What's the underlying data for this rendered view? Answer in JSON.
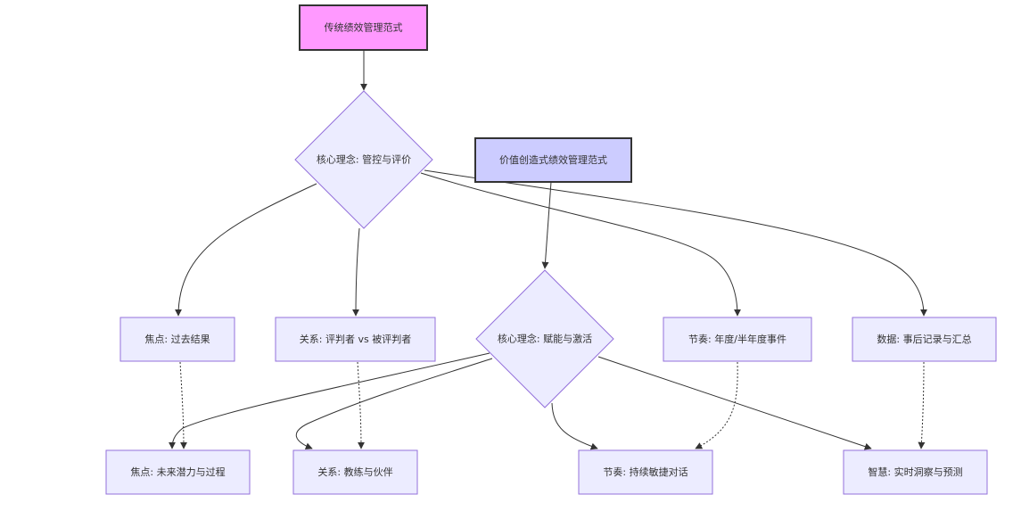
{
  "diagram": {
    "type": "flowchart",
    "colors": {
      "default_fill": "#ececff",
      "default_stroke": "#9370db",
      "traditional_fill": "#ff99ff",
      "value_creation_fill": "#ccccff",
      "root_stroke": "#333333",
      "edge": "#333333",
      "text": "#333333"
    },
    "nodes": {
      "traditional": {
        "label": "传统绩效管理范式",
        "shape": "rect",
        "style": "traditional"
      },
      "value_creation": {
        "label": "价值创造式绩效管理范式",
        "shape": "rect",
        "style": "value_creation"
      },
      "core_control": {
        "label": "核心理念: 管控与评价",
        "shape": "diamond"
      },
      "core_empower": {
        "label": "核心理念: 赋能与激活",
        "shape": "diamond"
      },
      "focus_past": {
        "label": "焦点: 过去结果",
        "shape": "rect"
      },
      "relation_judge": {
        "label": "关系: 评判者 vs 被评判者",
        "shape": "rect"
      },
      "rhythm_annual": {
        "label": "节奏: 年度/半年度事件",
        "shape": "rect"
      },
      "data_record": {
        "label": "数据: 事后记录与汇总",
        "shape": "rect"
      },
      "focus_future": {
        "label": "焦点: 未来潜力与过程",
        "shape": "rect"
      },
      "relation_coach": {
        "label": "关系: 教练与伙伴",
        "shape": "rect"
      },
      "rhythm_agile": {
        "label": "节奏: 持续敏捷对话",
        "shape": "rect"
      },
      "wisdom_insight": {
        "label": "智慧: 实时洞察与预测",
        "shape": "rect"
      }
    },
    "edges": [
      {
        "from": "traditional",
        "to": "core_control",
        "style": "solid"
      },
      {
        "from": "core_control",
        "to": "focus_past",
        "style": "solid"
      },
      {
        "from": "core_control",
        "to": "relation_judge",
        "style": "solid"
      },
      {
        "from": "core_control",
        "to": "rhythm_annual",
        "style": "solid"
      },
      {
        "from": "core_control",
        "to": "data_record",
        "style": "solid"
      },
      {
        "from": "value_creation",
        "to": "core_empower",
        "style": "solid"
      },
      {
        "from": "core_empower",
        "to": "focus_future",
        "style": "solid"
      },
      {
        "from": "core_empower",
        "to": "relation_coach",
        "style": "solid"
      },
      {
        "from": "core_empower",
        "to": "rhythm_agile",
        "style": "solid"
      },
      {
        "from": "core_empower",
        "to": "wisdom_insight",
        "style": "solid"
      },
      {
        "from": "focus_past",
        "to": "focus_future",
        "style": "dotted"
      },
      {
        "from": "relation_judge",
        "to": "relation_coach",
        "style": "dotted"
      },
      {
        "from": "rhythm_annual",
        "to": "rhythm_agile",
        "style": "dotted"
      },
      {
        "from": "data_record",
        "to": "wisdom_insight",
        "style": "dotted"
      }
    ]
  }
}
